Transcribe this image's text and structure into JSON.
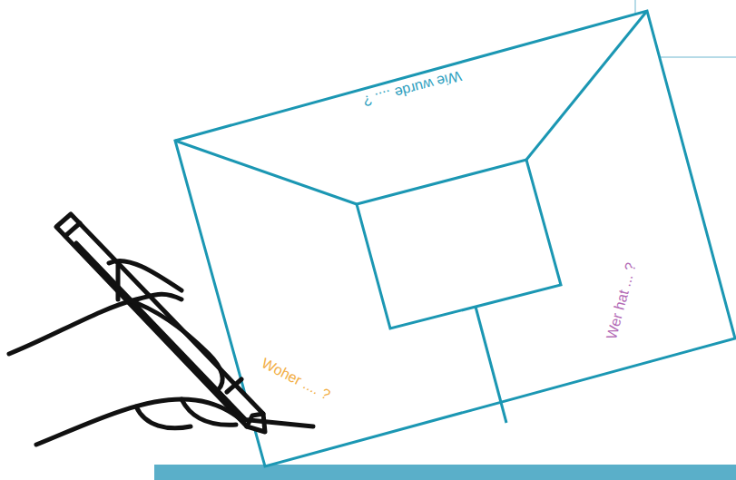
{
  "diagram": {
    "labels": [
      "Wie wurde .... ?",
      "Woher .... ?",
      "Wer hat ... ?"
    ]
  }
}
